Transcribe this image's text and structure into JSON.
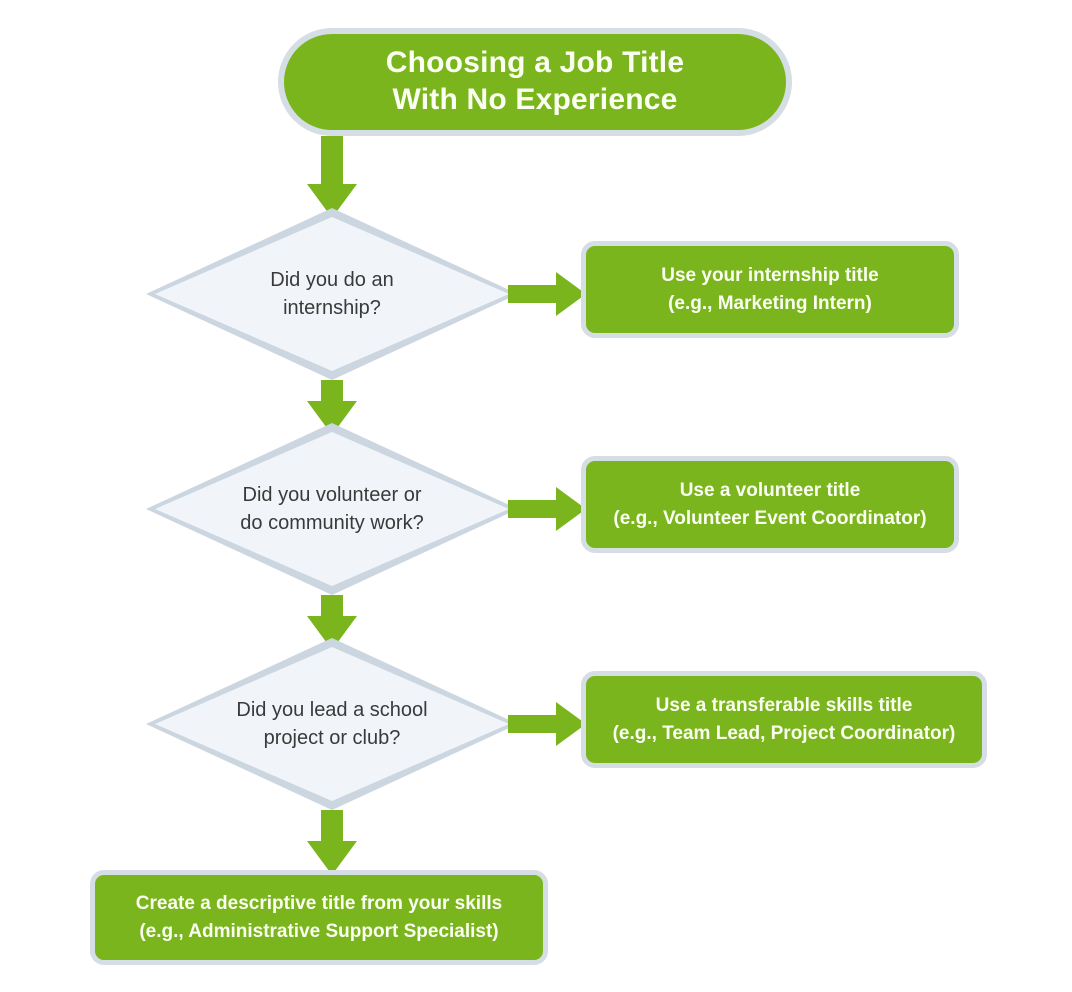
{
  "title": {
    "line1": "Choosing a Job Title",
    "line2": "With No Experience"
  },
  "colors": {
    "green": "#7ab51d",
    "border_gray": "#d5dde5",
    "diamond_border": "#ccd6e0",
    "diamond_fill": "#f1f5f9",
    "text_light": "#fbfff2",
    "text_dark": "#3a3a3a",
    "background": "#ffffff"
  },
  "decisions": [
    {
      "id": "internship",
      "line1": "Did you do an",
      "line2": "internship?"
    },
    {
      "id": "volunteer",
      "line1": "Did you volunteer or",
      "line2": "do community work?"
    },
    {
      "id": "school-project",
      "line1": "Did you lead a school",
      "line2": "project or club?"
    }
  ],
  "outcomes": [
    {
      "id": "internship-title",
      "line1": "Use your internship title",
      "line2": "(e.g., Marketing Intern)"
    },
    {
      "id": "volunteer-title",
      "line1": "Use a volunteer title",
      "line2": "(e.g., Volunteer Event Coordinator)"
    },
    {
      "id": "transferable-skills-title",
      "line1": "Use a transferable skills title",
      "line2": "(e.g., Team Lead, Project Coordinator)"
    }
  ],
  "final": {
    "id": "descriptive-title",
    "line1": "Create a descriptive title from your skills",
    "line2": "(e.g., Administrative Support Specialist)"
  }
}
